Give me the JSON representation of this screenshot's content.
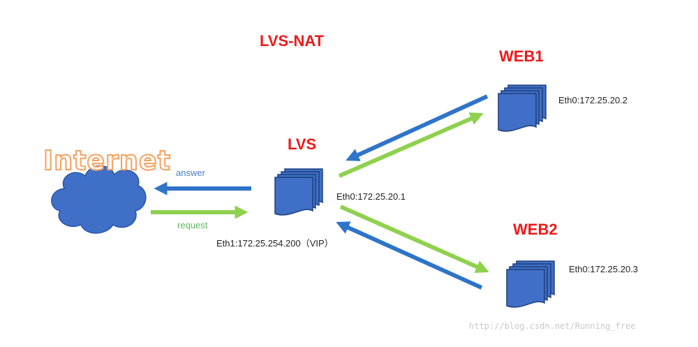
{
  "title": "LVS-NAT",
  "internet": {
    "label": "Internet"
  },
  "lvs": {
    "label": "LVS",
    "eth0": "Eth0:172.25.20.1",
    "eth1": "Eth1:172.25.254.200（VIP）"
  },
  "web1": {
    "label": "WEB1",
    "eth0": "Eth0:172.25.20.2"
  },
  "web2": {
    "label": "WEB2",
    "eth0": "Eth0:172.25.20.3"
  },
  "arrows": {
    "answer": "answer",
    "request": "request"
  },
  "watermark": "http://blog.csdn.net/Running_free",
  "colors": {
    "title": "#f01818",
    "server": "#3f6fc6",
    "server_edge": "#1f3f7a",
    "cloud": "#3f6fc6",
    "answer_arrow": "#2e74c9",
    "request_arrow": "#8fd14f",
    "answer_text": "#4a7cc9",
    "request_text": "#5cb85c",
    "internet_outline": "#f4a261"
  }
}
